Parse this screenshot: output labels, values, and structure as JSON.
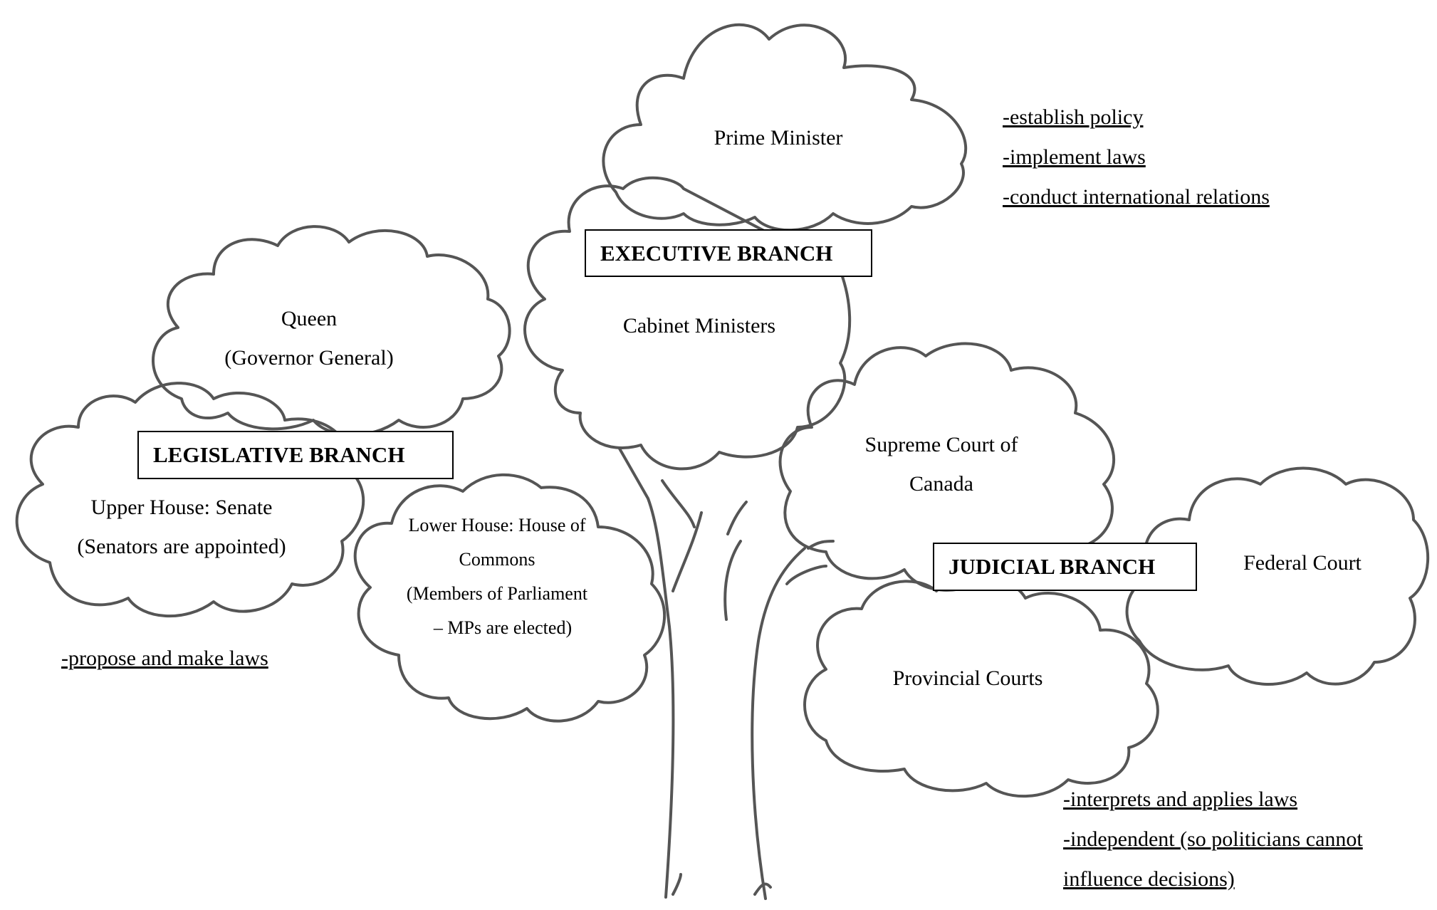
{
  "diagram": {
    "executive": {
      "title": "EXECUTIVE BRANCH",
      "nodes": {
        "prime_minister": "Prime Minister",
        "cabinet": "Cabinet Ministers"
      },
      "notes": [
        "-establish policy",
        "-implement laws",
        "-conduct international relations"
      ]
    },
    "legislative": {
      "title": "LEGISLATIVE BRANCH",
      "nodes": {
        "queen_line1": "Queen",
        "queen_line2": "(Governor General)",
        "senate_line1": "Upper House: Senate",
        "senate_line2": "(Senators are appointed)",
        "commons_line1": "Lower House: House of",
        "commons_line2": "Commons",
        "commons_line3": "(Members of Parliament",
        "commons_line4": "– MPs are elected)"
      },
      "notes": [
        "-propose and make laws"
      ]
    },
    "judicial": {
      "title": "JUDICIAL BRANCH",
      "nodes": {
        "supreme_line1": "Supreme Court of",
        "supreme_line2": "Canada",
        "federal": "Federal Court",
        "provincial": "Provincial Courts"
      },
      "notes": [
        "-interprets and applies laws",
        "-independent (so politicians cannot",
        "influence decisions)"
      ]
    },
    "colors": {
      "outline": "#555555",
      "text": "#000000",
      "background": "#ffffff"
    }
  }
}
